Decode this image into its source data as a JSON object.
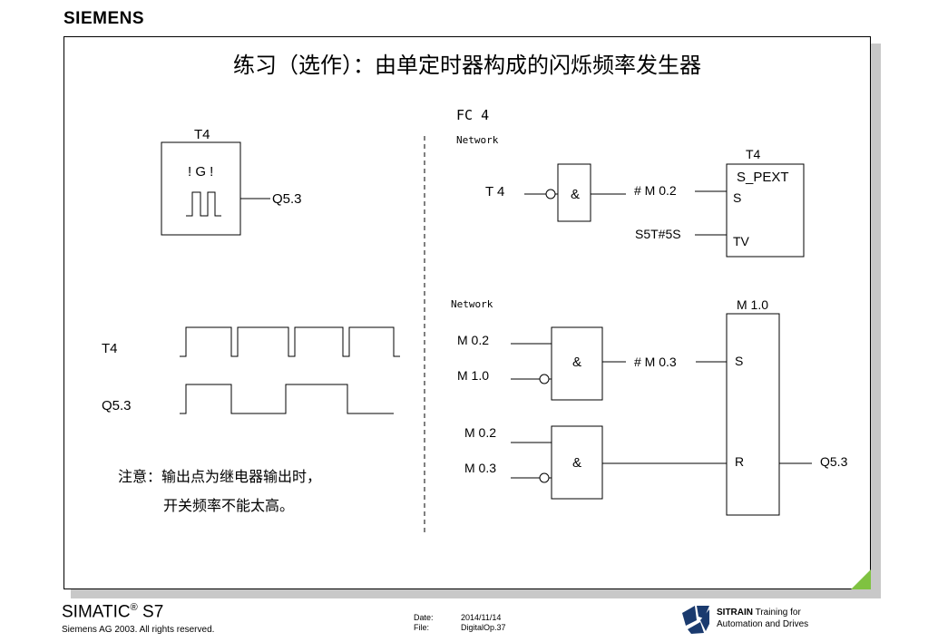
{
  "header": {
    "brand": "SIEMENS"
  },
  "slide": {
    "title": "练习（选作）：由单定时器构成的闪烁频率发生器"
  },
  "left": {
    "timer_label": "T4",
    "timer_symbol": "! G !",
    "timer_output": "Q5.3",
    "waveform_t4_label": "T4",
    "waveform_q_label": "Q5.3",
    "note_line1": "注意：输出点为继电器输出时，",
    "note_line2": "开关频率不能太高。"
  },
  "right": {
    "fc_label": "FC 4",
    "network1": {
      "label": "Network",
      "input": "T 4",
      "gate": "&",
      "flag": "# M  0.2",
      "timer_name": "T4",
      "timer_type": "S_PEXT",
      "pin_s": "S",
      "pin_tv": "TV",
      "time_value": "S5T#5S"
    },
    "network2": {
      "label": "Network",
      "flipflop_name": "M 1.0",
      "gate1_in1": "M 0.2",
      "gate1_in2": "M 1.0",
      "gate1_sym": "&",
      "gate1_flag": "# M  0.3",
      "gate2_in1": "M 0.2",
      "gate2_in2": "M 0.3",
      "gate2_sym": "&",
      "pin_s": "S",
      "pin_r": "R",
      "output": "Q5.3"
    }
  },
  "footer": {
    "product": "SIMATIC",
    "product_reg": "®",
    "product_suffix": " S7",
    "copyright": "Siemens AG 2003. All rights reserved.",
    "date_label": "Date:",
    "date_value": "2014/11/14",
    "file_label": "File:",
    "file_value": "DigitalOp.37",
    "sitrain_bold": "SITRAIN",
    "sitrain_line1_rest": " Training for",
    "sitrain_line2": "Automation and Drives"
  },
  "colors": {
    "corner_green": "#7fc241",
    "logo_blue": "#1a3a6e",
    "shadow": "#c8c8c8"
  }
}
